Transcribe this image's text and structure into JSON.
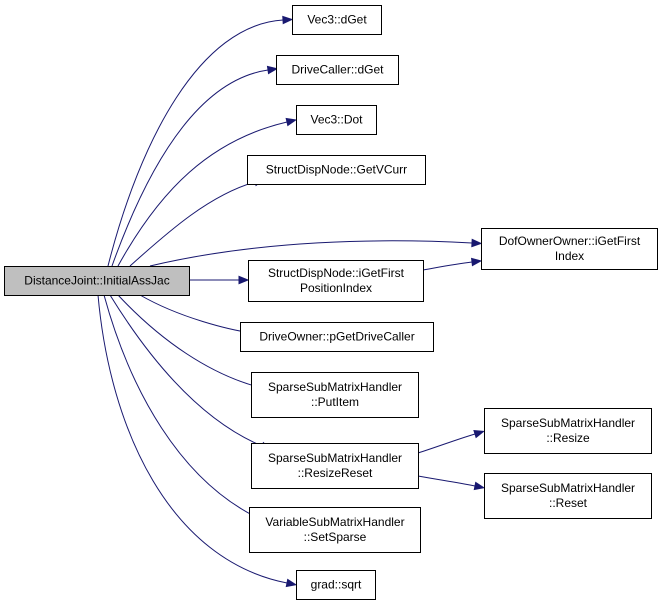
{
  "nodes": {
    "root": {
      "lines": [
        "DistanceJoint::InitialAssJac"
      ]
    },
    "vec3_dget": {
      "lines": [
        "Vec3::dGet"
      ]
    },
    "drivecaller_dget": {
      "lines": [
        "DriveCaller::dGet"
      ]
    },
    "vec3_dot": {
      "lines": [
        "Vec3::Dot"
      ]
    },
    "structdispnode_getvcurr": {
      "lines": [
        "StructDispNode::GetVCurr"
      ]
    },
    "dofownerowner_igetfirstindex": {
      "lines": [
        "DofOwnerOwner::iGetFirst",
        "Index"
      ]
    },
    "structdispnode_igetfirstpositionindex": {
      "lines": [
        "StructDispNode::iGetFirst",
        "PositionIndex"
      ]
    },
    "driveowner_pgetdrivecaller": {
      "lines": [
        "DriveOwner::pGetDriveCaller"
      ]
    },
    "sparsesubmatrixhandler_putitem": {
      "lines": [
        "SparseSubMatrixHandler",
        "::PutItem"
      ]
    },
    "sparsesubmatrixhandler_resizereset": {
      "lines": [
        "SparseSubMatrixHandler",
        "::ResizeReset"
      ]
    },
    "sparsesubmatrixhandler_resize": {
      "lines": [
        "SparseSubMatrixHandler",
        "::Resize"
      ]
    },
    "sparsesubmatrixhandler_reset": {
      "lines": [
        "SparseSubMatrixHandler",
        "::Reset"
      ]
    },
    "variablesubmatrixhandler_setsparse": {
      "lines": [
        "VariableSubMatrixHandler",
        "::SetSparse"
      ]
    },
    "grad_sqrt": {
      "lines": [
        "grad::sqrt"
      ]
    }
  },
  "edges": [
    [
      "root",
      "vec3_dget"
    ],
    [
      "root",
      "drivecaller_dget"
    ],
    [
      "root",
      "vec3_dot"
    ],
    [
      "root",
      "structdispnode_getvcurr"
    ],
    [
      "root",
      "dofownerowner_igetfirstindex"
    ],
    [
      "root",
      "structdispnode_igetfirstpositionindex"
    ],
    [
      "root",
      "driveowner_pgetdrivecaller"
    ],
    [
      "root",
      "sparsesubmatrixhandler_putitem"
    ],
    [
      "root",
      "sparsesubmatrixhandler_resizereset"
    ],
    [
      "root",
      "variablesubmatrixhandler_setsparse"
    ],
    [
      "root",
      "grad_sqrt"
    ],
    [
      "structdispnode_igetfirstpositionindex",
      "dofownerowner_igetfirstindex"
    ],
    [
      "sparsesubmatrixhandler_resizereset",
      "sparsesubmatrixhandler_resize"
    ],
    [
      "sparsesubmatrixhandler_resizereset",
      "sparsesubmatrixhandler_reset"
    ]
  ],
  "colors": {
    "edge": "#191970",
    "root_fill": "#bfbfbf",
    "node_fill": "#ffffff",
    "node_border": "#000000"
  }
}
